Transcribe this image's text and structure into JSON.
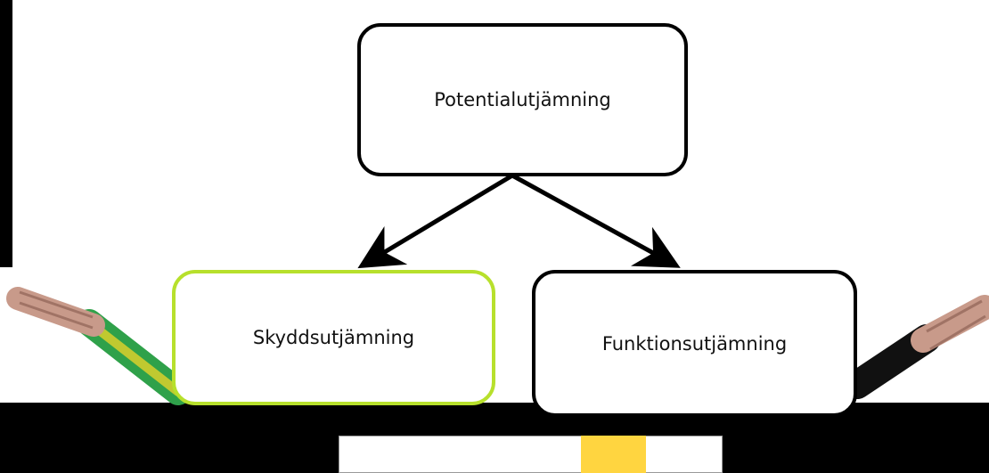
{
  "diagram": {
    "top_node": {
      "label": "Potentialutjämning"
    },
    "left_node": {
      "label": "Skyddsutjämning"
    },
    "right_node": {
      "label": "Funktionsutjämning"
    },
    "colors": {
      "background": "#000000",
      "panel": "#ffffff",
      "left_node_border": "#b7e02c",
      "accent_block": "#ffd540",
      "earth_cable_green": "#2fa14a",
      "earth_cable_yellow": "#d9d02b",
      "black_cable": "#111111",
      "copper": "#c89a8a"
    },
    "icons": [
      "green-yellow-earth-cable-icon",
      "black-cable-icon"
    ]
  }
}
